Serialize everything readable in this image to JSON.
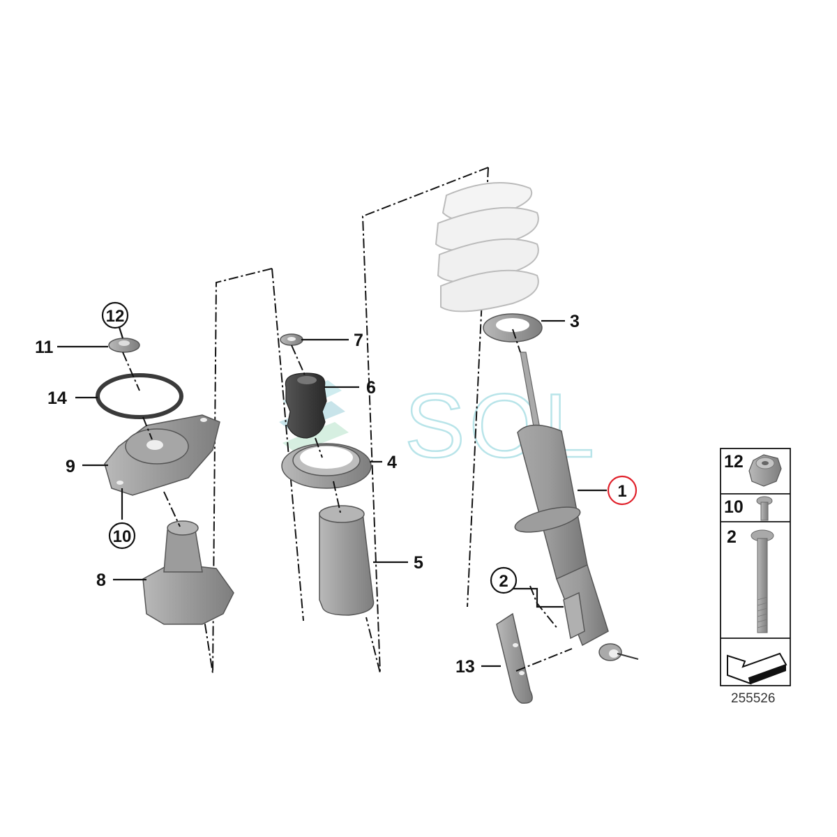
{
  "labels": {
    "p1": "1",
    "p2": "2",
    "p3": "3",
    "p4": "4",
    "p5": "5",
    "p6": "6",
    "p7": "7",
    "p8": "8",
    "p9": "9",
    "p10": "10",
    "p11": "11",
    "p12": "12",
    "p13": "13",
    "p14": "14"
  },
  "legend": {
    "r1": "12",
    "r2": "10",
    "r3": "2"
  },
  "reference_number": "255526",
  "watermark": "SOL",
  "colors": {
    "highlight": "#e0202a",
    "part_fill": "#9a9a9a",
    "spring": "#f2f2f2",
    "watermark": "#7fcfd8"
  }
}
